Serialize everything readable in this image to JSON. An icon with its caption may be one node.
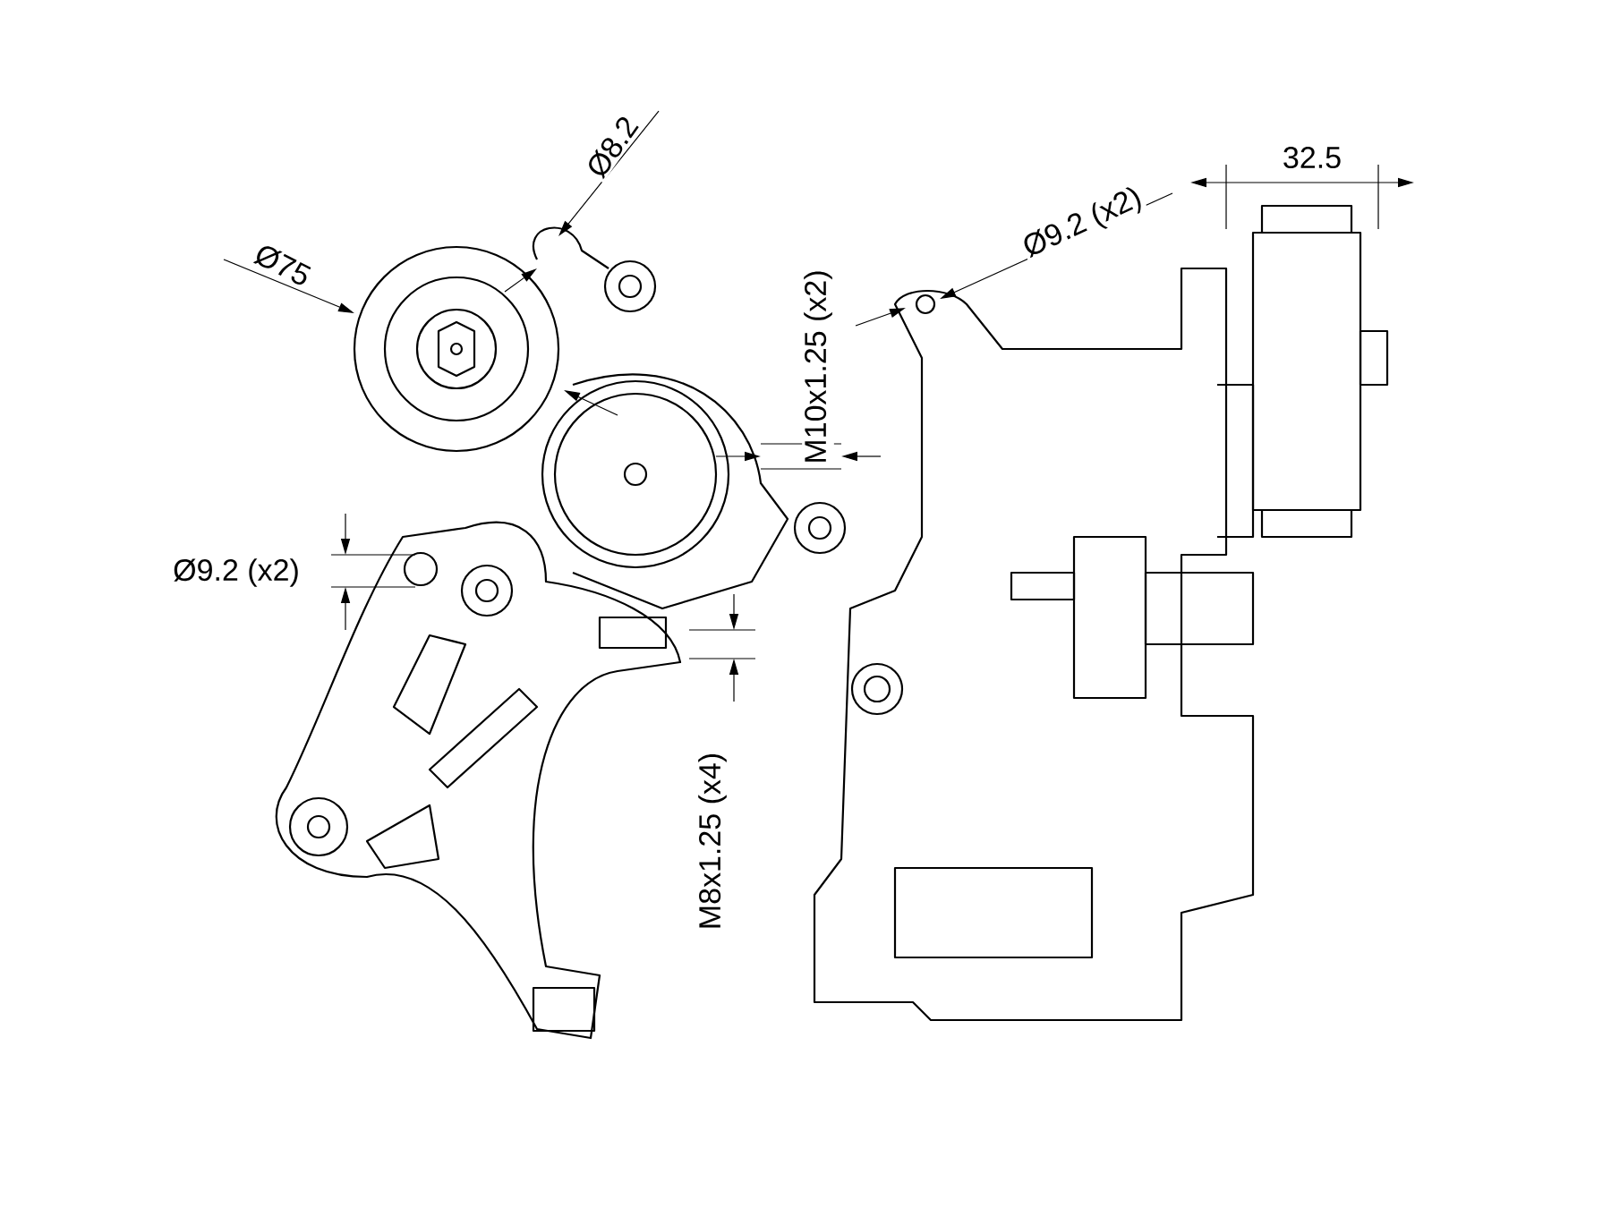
{
  "diagram": {
    "labels": [
      "32.5",
      "Ø8.2",
      "Ø9.2 (x2)",
      "Ø75",
      "M10x1.25 (x2)",
      "Ø9.2 (x2)",
      "M8x1.25 (x4)"
    ]
  }
}
